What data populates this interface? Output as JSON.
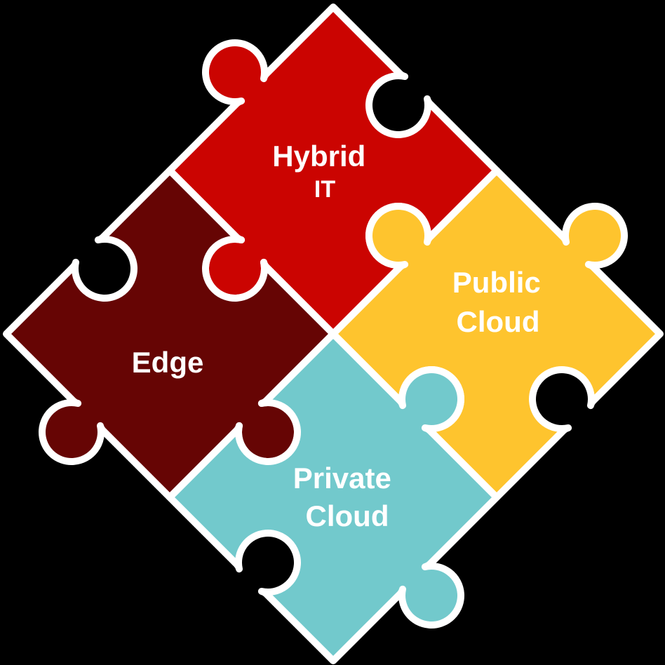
{
  "diagram": {
    "type": "jigsaw-puzzle-diamond",
    "piece_count": 4
  },
  "background_color": "#000000",
  "outline_color": "#FFFFFF",
  "text_color": "#FFFFFF",
  "pieces": [
    {
      "id": "hybrid-it",
      "label_lines": [
        "Hybrid",
        "IT"
      ],
      "color": "#CB0401",
      "position": "top"
    },
    {
      "id": "public-cloud",
      "label_lines": [
        "Public",
        "Cloud"
      ],
      "color": "#FEC42E",
      "position": "right"
    },
    {
      "id": "edge",
      "label_lines": [
        "Edge"
      ],
      "color": "#660504",
      "position": "left"
    },
    {
      "id": "private-cloud",
      "label_lines": [
        "Private",
        "Cloud"
      ],
      "color": "#72C9CC",
      "position": "bottom"
    }
  ]
}
